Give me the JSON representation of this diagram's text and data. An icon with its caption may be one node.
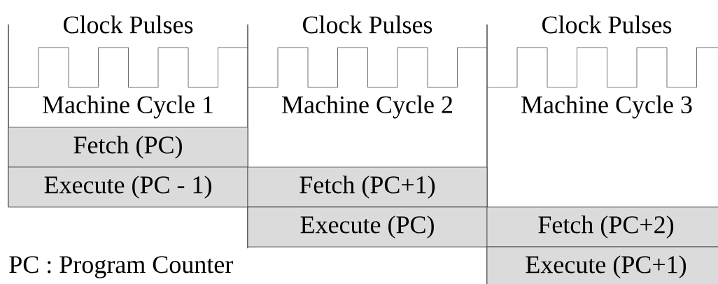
{
  "diagram": {
    "nodes": [
      {
        "text": [
          "Fetch (PC)"
        ]
      },
      {
        "text": [
          "Execute (PC - 1)"
        ]
      },
      {
        "text": [
          "Fetch (PC+1)"
        ]
      },
      {
        "text": [
          "Execute (PC)"
        ]
      },
      {
        "text": [
          "Fetch (PC+2)"
        ]
      },
      {
        "text": [
          "Execute (PC+1)"
        ]
      }
    ],
    "labels": [
      "Clock Pulses",
      "Clock Pulses",
      "Clock Pulses",
      "Machine Cycle 1",
      "Machine Cycle 2",
      "Machine Cycle 3",
      "PC : Program Counter"
    ]
  }
}
